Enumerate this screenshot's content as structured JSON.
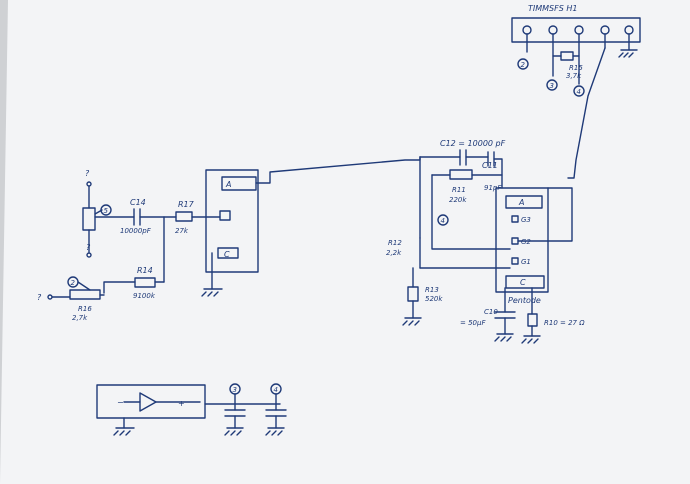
{
  "labels": {
    "header": "TIMMSFS  H1",
    "c14": "C14",
    "c14_val": "10000pF",
    "r17": "R17",
    "r17_val": "27k",
    "r14": "R14",
    "r14_val": "9100k",
    "r16": "R16",
    "r16_val": "2,7k",
    "q_top": "?",
    "q_mid": "?",
    "q_left": "?",
    "node5": "5",
    "node2": "2",
    "node3": "3",
    "node4": "4",
    "blk1_a": "A",
    "blk1_c": "C",
    "c12": "C12 = 10000 pF",
    "c11": "C11",
    "r11": "R11",
    "r11_val": "220k",
    "c11_val": "91pF",
    "r12": "R12",
    "r12_val": "2,2k",
    "r13": "R13",
    "r13_val": "520k",
    "pentode": "Pentode",
    "c10": "C10",
    "c10_val": "= 50µF",
    "r10": "R10 = 27 Ω",
    "blk2_a": "A",
    "blk2_g3": "G3",
    "blk2_g2": "G2",
    "blk2_g1": "G1",
    "blk2_c": "C",
    "r15": "R15",
    "r15_val": "3,7k",
    "opamp_minus": "−",
    "opamp_plus": "+"
  }
}
